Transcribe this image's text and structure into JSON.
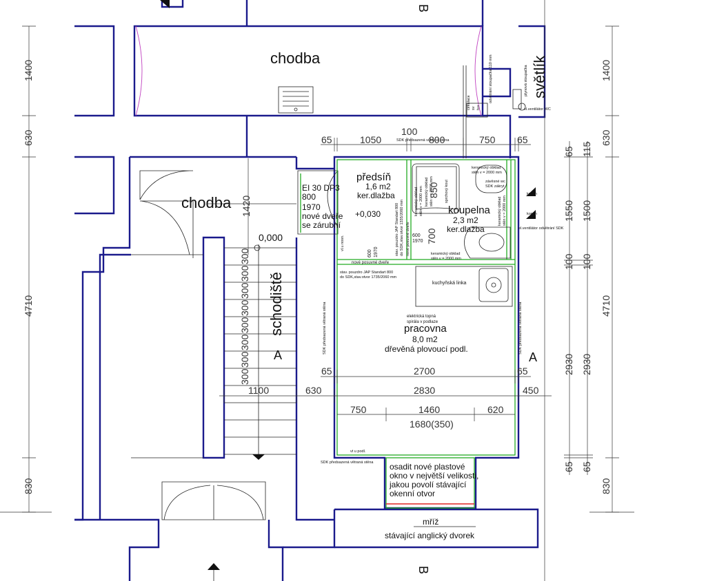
{
  "rooms": {
    "chodba_top": "chodba",
    "chodba_left": "chodba",
    "svetlik": "světlík",
    "schodiste": "schodiště",
    "predsin": [
      "předsíň",
      "1,6 m2",
      "ker.dlažba"
    ],
    "koupelna": [
      "koupelna",
      "2,3 m2",
      "ker.dlažba"
    ],
    "pracovna": [
      "pracovna",
      "8,0 m2",
      "dřevěná plovoucí podl."
    ],
    "mriz": "mříž",
    "dvorek": "stávající anglický dvorek"
  },
  "door_note": [
    "EI 30 DP3",
    "800",
    "1970",
    "nové dveře",
    "se zárubní"
  ],
  "levels": {
    "stair": "0,000",
    "room": "+0,030"
  },
  "window_note": [
    "osadit nové plastové",
    "okno v největší velikosti,",
    "jakou povolí stávající",
    "okenní otvor"
  ],
  "section_marks": {
    "a_left": "A",
    "a_right": "A",
    "b_top": "B",
    "b_bottom": "B"
  },
  "notes": {
    "kuchynska_linka": "kuchyňská linka",
    "elektricka_topna": [
      "elektrická topná",
      "spirála v podlaze"
    ],
    "nove_posuvne_dvere": "nové posuvné dveře",
    "stav_pouzdro_h": [
      "stav. pouzdro JAP Standart 800",
      "do SDK,stav.otvor 1735/2060 mm"
    ],
    "stav_pouzdro_v": [
      "stav. pouzdro JAP Standart 800",
      "do SDK,stav.otvor 1335/2060 mm"
    ],
    "nove_posuvne_v": "nové posuvné dveře",
    "keramicky_obklad_1": [
      "keramický obklad",
      "stěn v = 2000 mm"
    ],
    "keramicky_obklad_2": [
      "keramický obklad",
      "stěn v = 2000 mm"
    ],
    "keramicky_obklad_3": [
      "keramický obklad",
      "stěn v = 2000 mm"
    ],
    "keramicky_obklad_4": [
      "keramický obklad",
      "stěn v = 2000 mm"
    ],
    "keramicky_obklad_5": [
      "keramický obklad",
      "stěn v = 2000 mm"
    ],
    "sprchovy_kout": "sprchový kout",
    "zavesne_wc": [
      "závěsné wc",
      "SDK zákryt"
    ],
    "komin_1": "komín",
    "komin_2": "komín",
    "el_ventilator_sdk": "el.ventilátor odvětrání SDK",
    "el_ventilator_wc": "el.ventilátor WC",
    "plynova_stoupacka": "plynová stoupačka",
    "odvetrani_110": "odvětrání stoupačka 110 mm",
    "sdk_stena_top": "SDK předsazená větraná stěna",
    "sdk_stena_left": "SDK předsazená větraná stěna",
    "sdk_stena_right": "SDK předsazená větraná stěna",
    "sdk_stena_bottom_left": "SDK předsazená větraná stěna",
    "vl_nosna": "vl.u nosn.",
    "vt_u_podl": "vt u podl.",
    "cirkulace": [
      "cirkulace",
      "sv",
      "tuv"
    ],
    "d600": "600",
    "d1970": "1970",
    "d600b": "600",
    "d1970b": "1970"
  },
  "dimensions": {
    "top_row": [
      "65",
      "1050",
      "100",
      "800",
      "750",
      "65"
    ],
    "width_2700": "2700",
    "row_mid": [
      "1100",
      "630",
      "2830",
      "450"
    ],
    "row_window": [
      "750",
      "1460",
      "620"
    ],
    "window_size": "1680(350)",
    "left_outer": [
      "1400",
      "630",
      "4710",
      "830"
    ],
    "stair_len": "1420",
    "stair_steps": [
      "300",
      "300",
      "300",
      "300",
      "300",
      "300",
      "300",
      "300"
    ],
    "right_a": [
      "1400",
      "630",
      "4710",
      "830"
    ],
    "right_b": [
      "65",
      "1550",
      "100",
      "2930",
      "65"
    ],
    "right_c": [
      "115",
      "1500",
      "100",
      "2930",
      "65"
    ],
    "shower_850": "850",
    "d700": "700"
  }
}
